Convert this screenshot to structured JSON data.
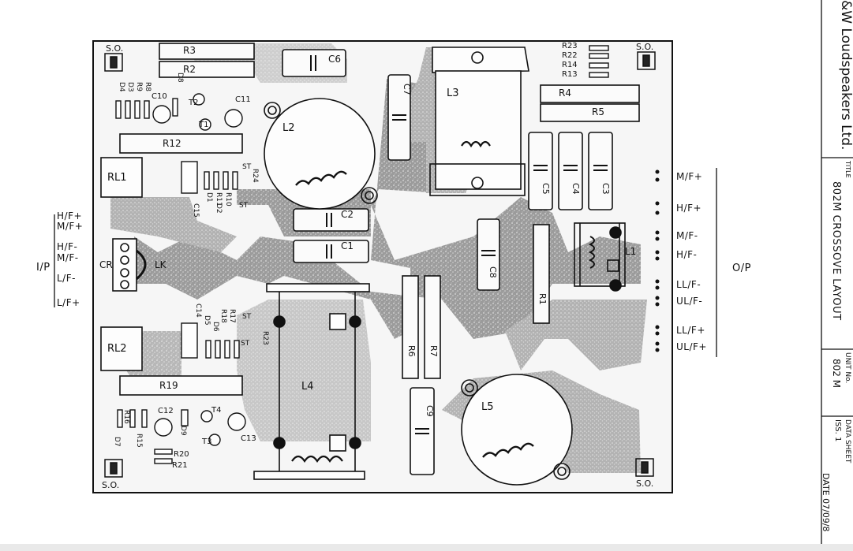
{
  "title_block": {
    "company": "&W Loudspeakers Ltd.",
    "title_label": "TITLE",
    "title": "802M CROSSOVE LAYOUT",
    "unit_label": "UNIT No.",
    "unit": "802 M",
    "sheet_label": "DATA SHEET",
    "issue": "ISS. 1",
    "date": "DATE 07/09/8"
  },
  "inputs": {
    "group_label": "I/P",
    "terminals": [
      "H/F+",
      "M/F+",
      "H/F-",
      "M/F-",
      "L/F-",
      "L/F+"
    ]
  },
  "outputs": {
    "group_label": "O/P",
    "terminals": [
      "M/F+",
      "H/F+",
      "M/F-",
      "H/F-",
      "LL/F-",
      "UL/F-",
      "LL/F+",
      "UL/F+"
    ]
  },
  "mounting": [
    "S.O.",
    "S.O.",
    "S.O.",
    "S.O."
  ],
  "components": {
    "resistors": [
      "R3",
      "R2",
      "R23",
      "R22",
      "R14",
      "R13",
      "R4",
      "R5",
      "R12",
      "R19",
      "R6",
      "R7",
      "R1",
      "R9",
      "R8",
      "R11",
      "R10",
      "R24",
      "R17",
      "R18",
      "R16",
      "R15",
      "R20",
      "R21"
    ],
    "capacitors": [
      "C6",
      "C7",
      "C2",
      "C1",
      "C5",
      "C4",
      "C3",
      "C8",
      "C9",
      "C10",
      "C11",
      "C12",
      "C13",
      "C14",
      "C15"
    ],
    "inductors": [
      "L1",
      "L2",
      "L3",
      "L4",
      "L5"
    ],
    "relays": [
      "RL1",
      "RL2"
    ],
    "diodes": [
      "D1",
      "D2",
      "D3",
      "D4",
      "D5",
      "D6",
      "D7",
      "D8",
      "D9"
    ],
    "transistors": [
      "T1",
      "T2",
      "T3",
      "T4"
    ],
    "other": [
      "CR",
      "LK",
      "ST",
      "ST",
      "ST",
      "ST"
    ]
  }
}
